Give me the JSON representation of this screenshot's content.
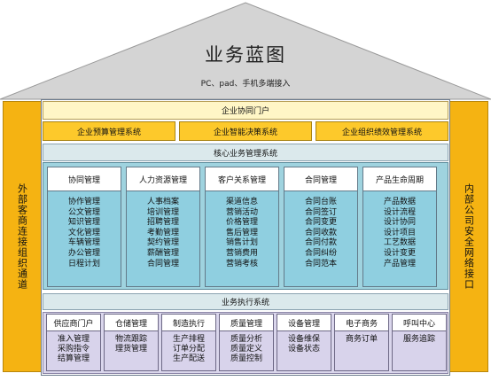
{
  "header": {
    "title": "业务蓝图",
    "subtitle": "PC、pad、手机多端接入"
  },
  "left_bar": "外部客商连接组织通道",
  "right_bar": "内部公司安全网络接口",
  "portal": {
    "label": "企业协同门户",
    "items": [
      "企业预算管理系统",
      "企业智能决策系统",
      "企业组织绩效管理系统"
    ]
  },
  "core": {
    "label": "核心业务管理系统",
    "columns": [
      {
        "name": "协同管理",
        "items": [
          "协作管理",
          "公文管理",
          "知识管理",
          "文化管理",
          "车辆管理",
          "办公管理",
          "日程计划"
        ]
      },
      {
        "name": "人力资源管理",
        "items": [
          "人事档案",
          "培训管理",
          "招聘管理",
          "考勤管理",
          "契约管理",
          "薪酬管理",
          "合同管理"
        ]
      },
      {
        "name": "客户关系管理",
        "items": [
          "渠道信息",
          "营销活动",
          "价格管理",
          "售后管理",
          "销售计划",
          "营销费用",
          "营销考核"
        ]
      },
      {
        "name": "合同管理",
        "items": [
          "合同台账",
          "合同签订",
          "合同变更",
          "合同收款",
          "合同付款",
          "合同纠纷",
          "合同范本"
        ]
      },
      {
        "name": "产品生命周期",
        "items": [
          "产品数据",
          "设计流程",
          "设计协同",
          "设计项目",
          "工艺数据",
          "设计变更",
          "产品管理"
        ]
      }
    ]
  },
  "execution": {
    "label": "业务执行系统",
    "columns": [
      {
        "name": "供应商门户",
        "items": [
          "准入管理",
          "采购指令",
          "结算管理"
        ]
      },
      {
        "name": "仓储管理",
        "items": [
          "物流跟踪",
          "理货管理"
        ]
      },
      {
        "name": "制造执行",
        "items": [
          "生产排程",
          "订单分配",
          "生产配送"
        ]
      },
      {
        "name": "质量管理",
        "items": [
          "质量分析",
          "质量定义",
          "质量控制"
        ]
      },
      {
        "name": "设备管理",
        "items": [
          "设备维保",
          "设备状态"
        ]
      },
      {
        "name": "电子商务",
        "items": [
          "商务订单"
        ]
      },
      {
        "name": "呼叫中心",
        "items": [
          "服务追踪"
        ]
      }
    ]
  },
  "colors": {
    "roof": "#d4d4d4",
    "side_bar": "#f5b312",
    "portal_band": "#fff6c6",
    "portal_item": "#fdc92b",
    "core_band": "#9fd3df",
    "core_body": "#8fcfe0",
    "execution_band": "#dad6ec"
  }
}
